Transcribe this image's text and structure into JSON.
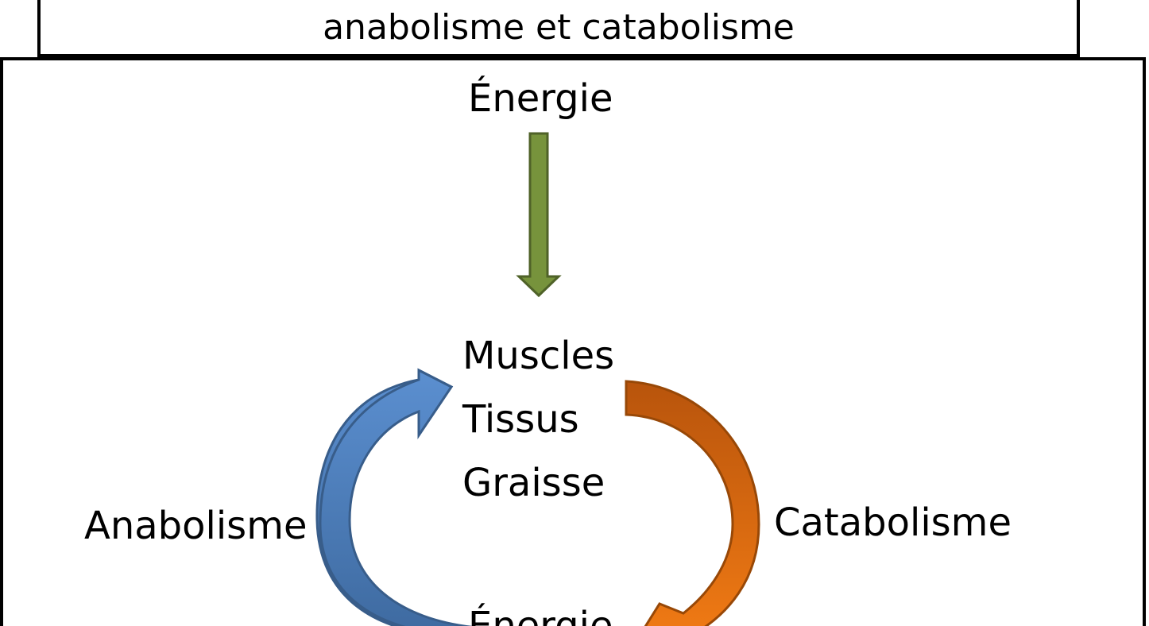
{
  "title": "anabolisme et catabolisme",
  "energy_top": "Énergie",
  "center_items": [
    "Muscles",
    "Tissus",
    "Graisse"
  ],
  "left_label": "Anabolisme",
  "right_label": "Catabolisme",
  "energy_bottom": "Énergie",
  "colors": {
    "energy_arrow": "#77933c",
    "anabolism_arrow": "#4f81bd",
    "catabolism_arrow": "#e46c0a"
  }
}
